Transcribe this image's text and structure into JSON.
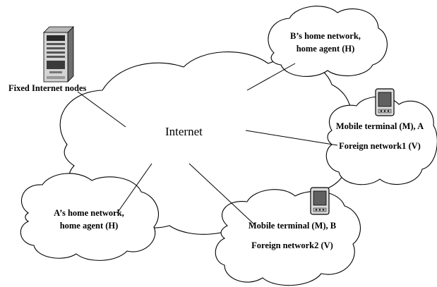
{
  "diagram": {
    "internet_label": "Internet",
    "fixed_nodes_label": "Fixed Internet nodes",
    "b_home": {
      "line1": "B’s home network,",
      "line2": "home agent (H)"
    },
    "a_home": {
      "line1": "A’s home network,",
      "line2": "home agent (H)"
    },
    "foreign1": {
      "terminal": "Mobile terminal (M), A",
      "network": "Foreign network1 (V)"
    },
    "foreign2": {
      "terminal": "Mobile terminal (M), B",
      "network": "Foreign network2 (V)"
    },
    "icons": [
      "server-icon",
      "pda-icon"
    ]
  }
}
